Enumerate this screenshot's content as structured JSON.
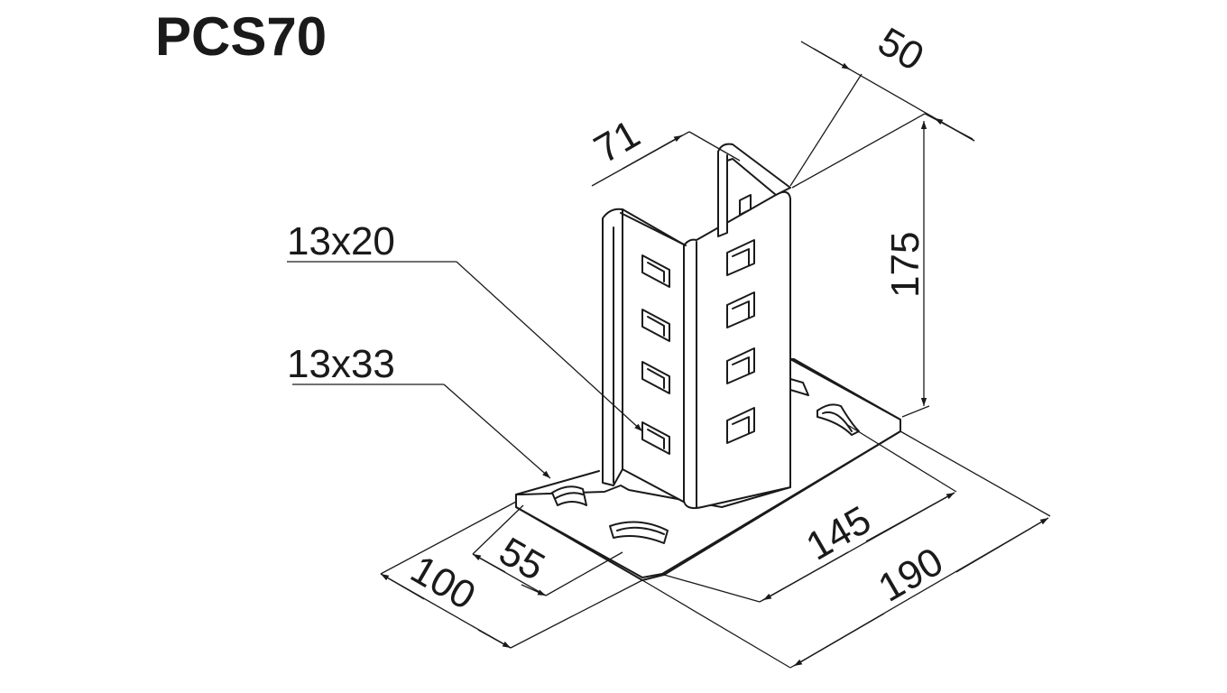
{
  "title": "PCS70",
  "labels": {
    "slot_upper": "13x20",
    "slot_lower": "13x33"
  },
  "dimensions": {
    "post_depth": "50",
    "post_width": "71",
    "post_height": "175",
    "plate_length_inner": "145",
    "plate_length": "190",
    "plate_width_inner": "55",
    "plate_width": "100"
  },
  "colors": {
    "line": "#1a1a1a",
    "background": "#ffffff"
  }
}
